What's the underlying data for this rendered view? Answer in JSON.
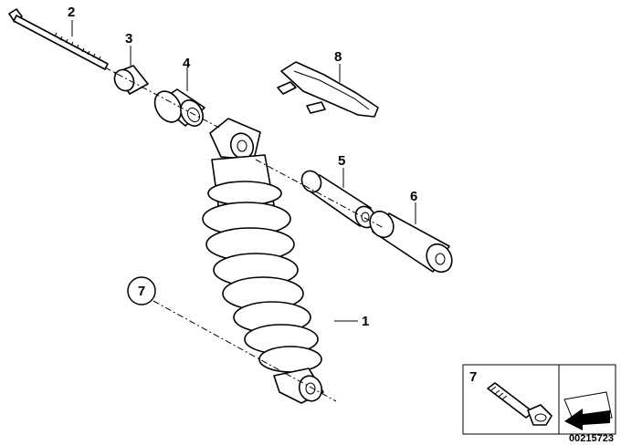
{
  "callouts": {
    "n1": "1",
    "n2": "2",
    "n3": "3",
    "n4": "4",
    "n5": "5",
    "n6": "6",
    "n7_circle": "7",
    "n8": "8",
    "n7_inset": "7"
  },
  "inset": {
    "doc_number": "00215723"
  }
}
